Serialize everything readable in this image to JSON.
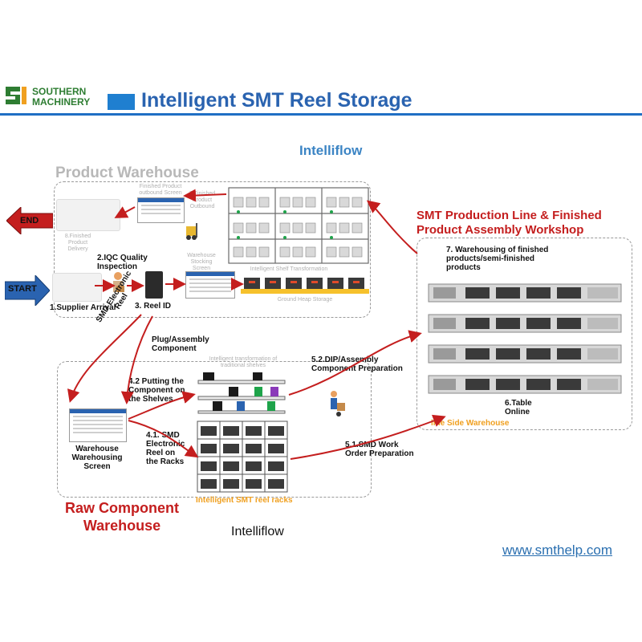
{
  "logo": {
    "line1": "SOUTHERN",
    "line2": "MACHINERY"
  },
  "title": "Intelligent SMT Reel Storage",
  "intelliflow_top": "Intelliflow",
  "intelliflow_bottom": "Intelliflow",
  "product_warehouse": "Product Warehouse",
  "smt_line_title_1": "SMT Production Line & Finished",
  "smt_line_title_2": "Product Assembly Workshop",
  "raw_warehouse_1": "Raw Component",
  "raw_warehouse_2": "Warehouse",
  "end_label": "END",
  "start_label": "START",
  "labels": {
    "supplier_arrival": "1.Supplier Arrival",
    "iqc_1": "2.IQC Quality",
    "iqc_2": "Inspection",
    "reel_id": "3. Reel ID",
    "smd_reel_1": "SMD Electronic",
    "smd_reel_2": "Reel",
    "plug_1": "Plug/Assembly",
    "plug_2": "Component",
    "putting_1": "4.2 Putting the",
    "putting_2": "Component on",
    "putting_3": "the Shelves",
    "smd_racks_1": "4.1. SMD",
    "smd_racks_2": "Electronic",
    "smd_racks_3": "Reel on",
    "smd_racks_4": "the Racks",
    "wh_screen_1": "Warehouse",
    "wh_screen_2": "Warehousing",
    "wh_screen_3": "Screen",
    "dip_1": "5.2.DIP/Assembly",
    "dip_2": "Component Preparation",
    "smd_work_1": "5.1.SMD Work",
    "smd_work_2": "Order Preparation",
    "table_online_1": "6.Table",
    "table_online_2": "Online",
    "warehousing_finished_1": "7. Warehousing of finished",
    "warehousing_finished_2": "products/semi-finished",
    "warehousing_finished_3": "products"
  },
  "faint_labels": {
    "finished_delivery_1": "8.Finished",
    "finished_delivery_2": "Product",
    "finished_delivery_3": "Delivery",
    "outbound_screen_1": "Finished Product",
    "outbound_screen_2": "outbound Screen",
    "finished_outbound_1": "7.Finished",
    "finished_outbound_2": "Product",
    "finished_outbound_3": "Outbound",
    "stocking_screen_1": "Warehouse",
    "stocking_screen_2": "Stocking",
    "stocking_screen_3": "Screen",
    "shelf_transformation": "Intelligent Shelf Transformation",
    "ground_heap": "Ground Heap Storage",
    "traditional_1": "Intelligent transformation of",
    "traditional_2": "traditional shelves"
  },
  "orange_labels": {
    "line_side": "line Side Warehouse",
    "reel_racks": "Intelligent SMT reel racks"
  },
  "url": "www.smthelp.com",
  "colors": {
    "accent": "#2a63b0",
    "arrow": "#c41e1e",
    "orange": "#f0a020"
  }
}
